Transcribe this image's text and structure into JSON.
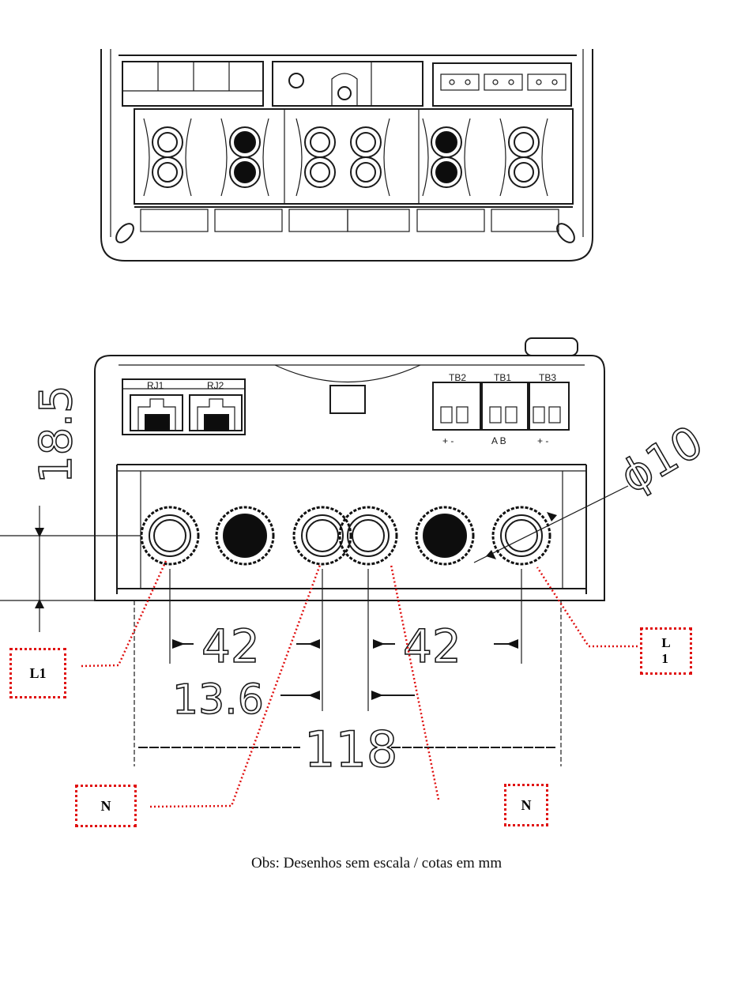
{
  "connectors": {
    "rj1": "RJ1",
    "rj2": "RJ2",
    "tb2": "TB2",
    "tb1": "TB1",
    "tb3": "TB3",
    "tb2_pins": "+  -",
    "tb1_pins": "A  B",
    "tb3_pins": "+  -"
  },
  "dimensions": {
    "height": "18.5",
    "spacing_left": "42",
    "spacing_right": "42",
    "center_gap": "13.6",
    "total_width": "118",
    "diameter": "ϕ10"
  },
  "callouts": {
    "l1_left": "L1",
    "l1_right": "L\n1",
    "n_left": "N",
    "n_right": "N"
  },
  "note": "Obs: Desenhos sem escala / cotas em mm"
}
